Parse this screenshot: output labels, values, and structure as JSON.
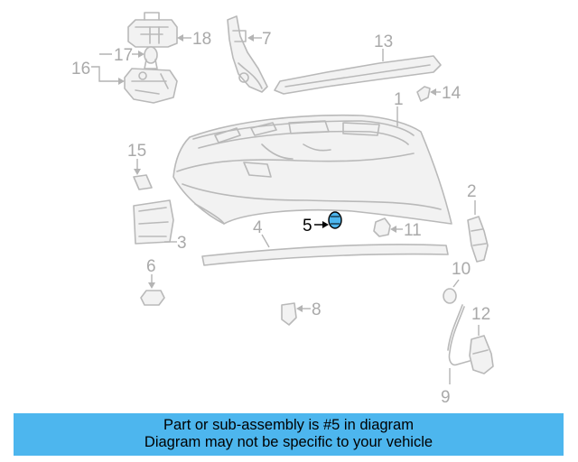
{
  "diagram": {
    "callouts": [
      "1",
      "2",
      "3",
      "4",
      "5",
      "6",
      "7",
      "8",
      "9",
      "10",
      "11",
      "12",
      "13",
      "14",
      "15",
      "16",
      "17",
      "18"
    ],
    "highlight_color": "#4db6ee"
  },
  "caption": {
    "line1": "Part or sub-assembly is #5 in diagram",
    "line2": "Diagram may not be specific to your vehicle",
    "background": "#4db6ee"
  }
}
